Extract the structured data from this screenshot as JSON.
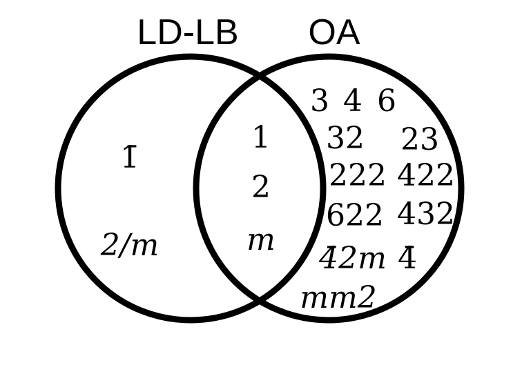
{
  "sets": {
    "left_title": "LD-LB",
    "right_title": "OA"
  },
  "regions": {
    "left_only": [
      "1̄",
      "2/m"
    ],
    "intersection": [
      "1",
      "2",
      "m"
    ],
    "right_only": [
      "3",
      "4",
      "6",
      "32",
      "23",
      "222",
      "422",
      "622",
      "432",
      "4̄2m",
      "4̄",
      "mm2"
    ]
  },
  "colors": {
    "stroke": "#000000",
    "background": "#ffffff"
  }
}
